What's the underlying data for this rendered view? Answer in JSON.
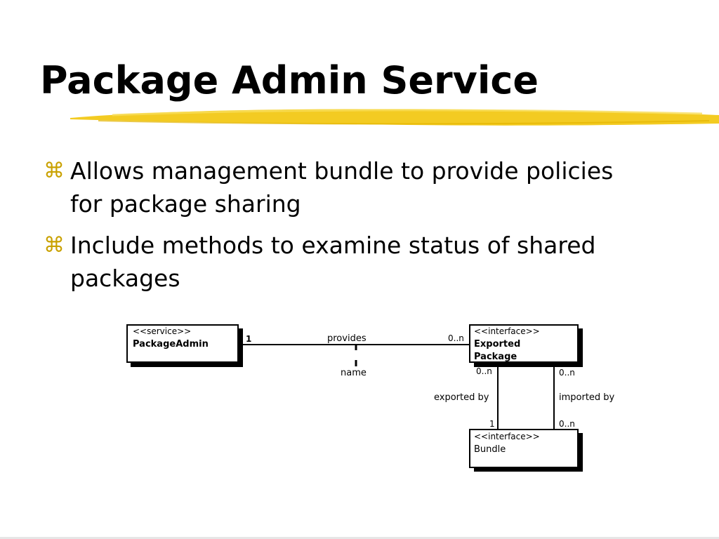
{
  "slide": {
    "title": "Package Admin Service",
    "accent_color": "#f0c61a",
    "bullet_icon": "command-icon"
  },
  "bullets": [
    {
      "icon": "⌘",
      "text_line1": "Allows management bundle to provide policies",
      "text_line2": "for package sharing"
    },
    {
      "icon": "⌘",
      "text_line1": "Include methods to examine status of shared",
      "text_line2": "packages"
    }
  ],
  "diagram": {
    "package_admin": {
      "stereotype": "<<service>>",
      "name": "PackageAdmin"
    },
    "exported_package": {
      "stereotype": "<<interface>>",
      "name_line1": "Exported",
      "name_line2": "Package"
    },
    "bundle": {
      "stereotype": "<<interface>>",
      "name": "Bundle"
    },
    "provides_assoc": {
      "label": "provides",
      "left_mult": "1",
      "right_mult": "0..n",
      "qualifier": "name"
    },
    "exported_by_assoc": {
      "label": "exported by",
      "top_mult": "0..n",
      "bottom_mult": "1"
    },
    "imported_by_assoc": {
      "label": "imported by",
      "top_mult": "0..n",
      "bottom_mult": "0..n"
    }
  }
}
